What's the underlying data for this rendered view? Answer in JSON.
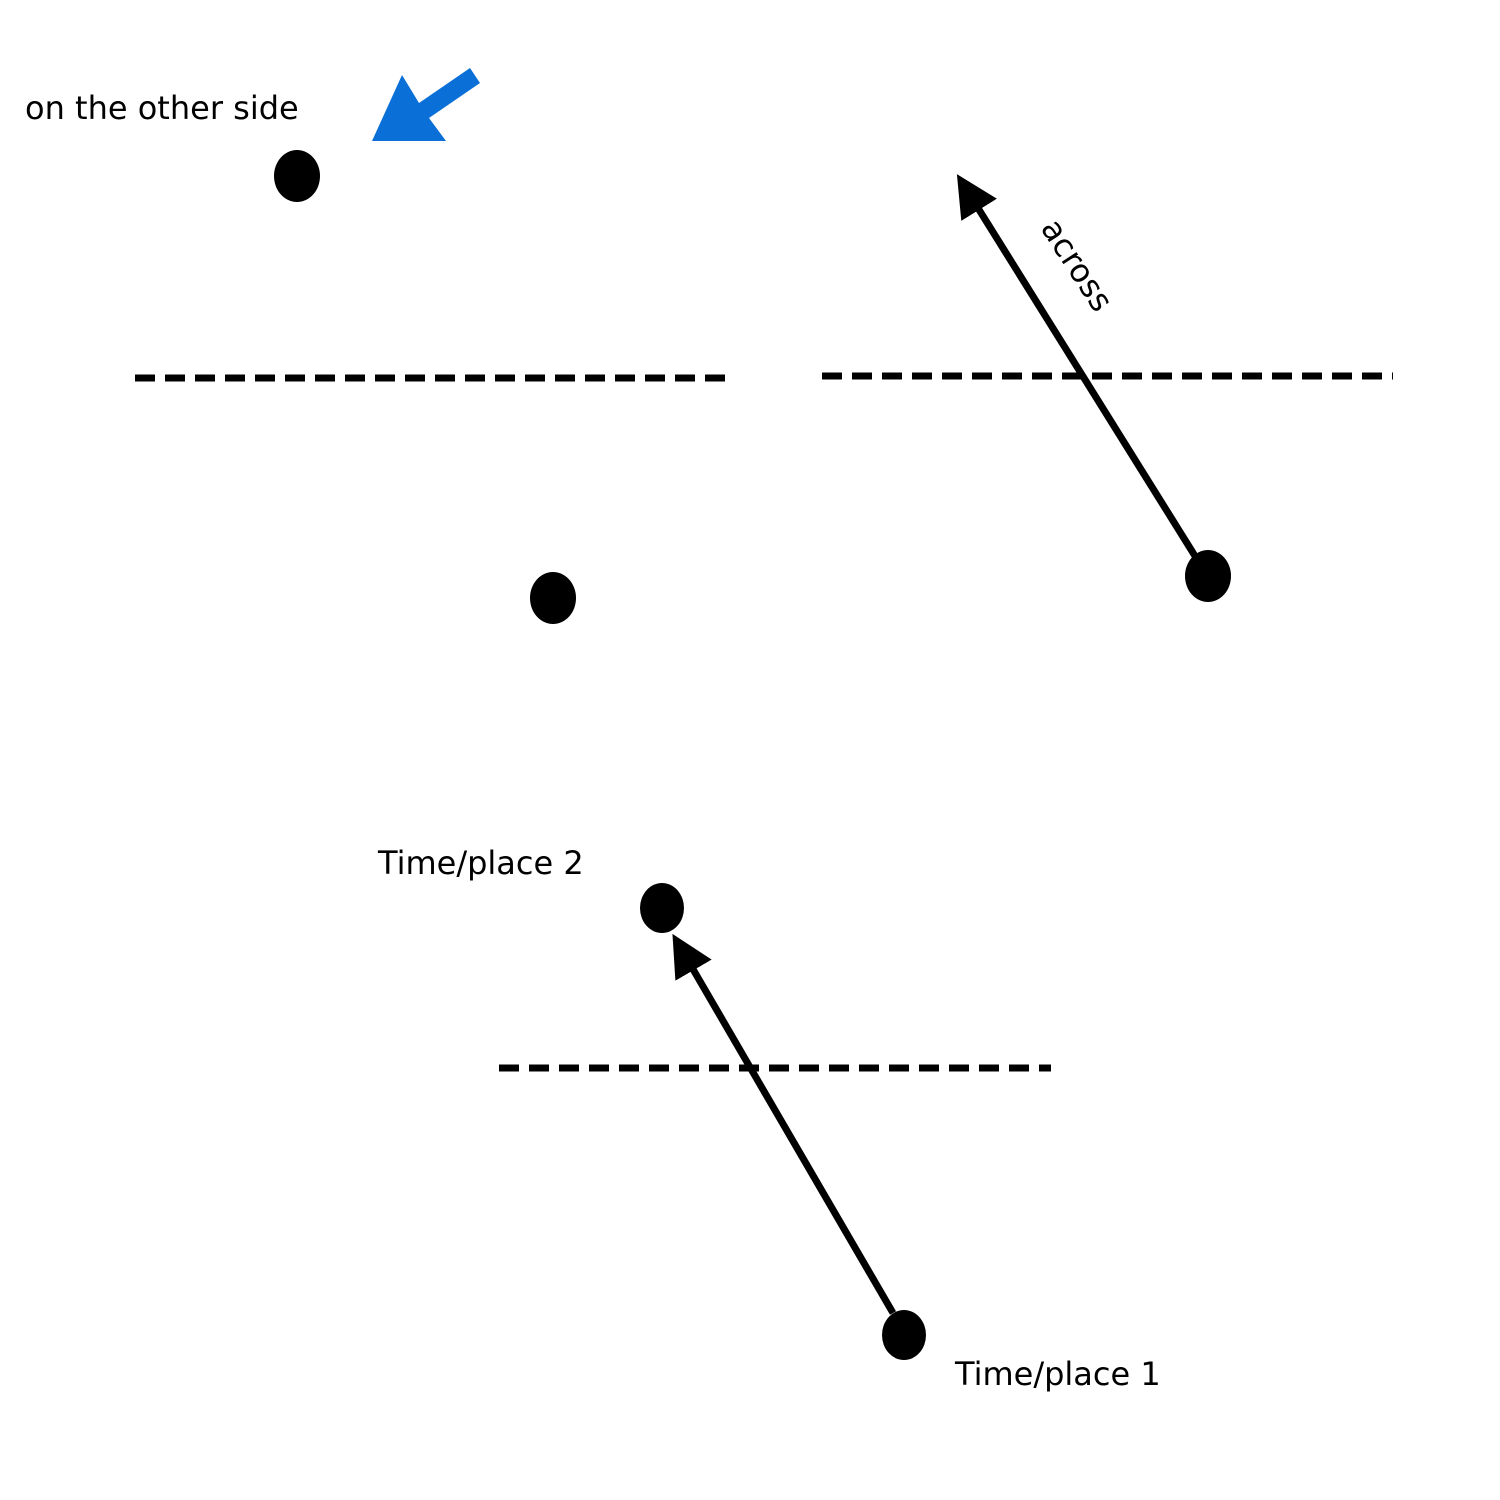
{
  "labels": {
    "other_side": "on the other side",
    "across": "across",
    "time_place_2": "Time/place 2",
    "time_place_1": "Time/place 1"
  },
  "colors": {
    "pointer_arrow": "#0A6FD6",
    "ink": "#000000"
  }
}
